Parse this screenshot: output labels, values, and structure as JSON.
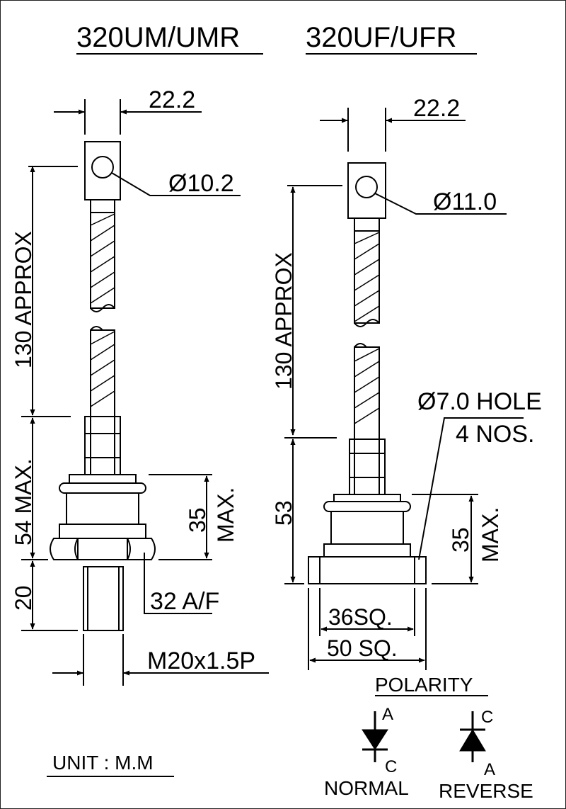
{
  "titles": {
    "left": "320UM/UMR",
    "right": "320UF/UFR"
  },
  "left_device": {
    "terminal_width": "22.2",
    "hole_diameter": "Ø10.2",
    "lead_length": "130 APPROX",
    "body_height": "54 MAX.",
    "base_height_value": "35",
    "base_height_suffix": "MAX.",
    "stud_length": "20",
    "hex_size": "32 A/F",
    "thread": "M20x1.5P"
  },
  "right_device": {
    "terminal_width": "22.2",
    "hole_diameter": "Ø11.0",
    "lead_length": "130 APPROX",
    "body_height": "53",
    "base_height_value": "35",
    "base_height_suffix": "MAX.",
    "mount_hole": "Ø7.0 HOLE",
    "mount_hole_count": "4 NOS.",
    "inner_square": "36SQ.",
    "outer_square": "50 SQ."
  },
  "polarity": {
    "heading": "POLARITY",
    "normal": {
      "label": "NORMAL",
      "top": "A",
      "bottom": "C"
    },
    "reverse": {
      "label": "REVERSE",
      "top": "C",
      "bottom": "A"
    }
  },
  "unit_note": "UNIT : M.M"
}
